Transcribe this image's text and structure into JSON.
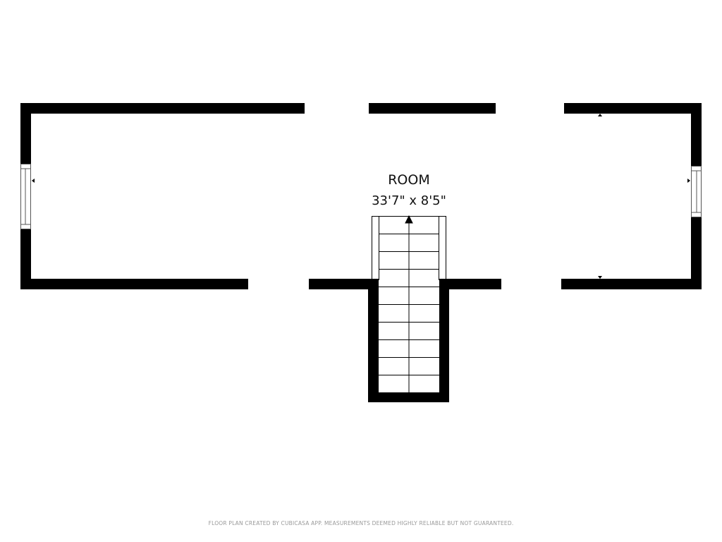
{
  "room": {
    "name": "ROOM",
    "dimensions": "33'7\" x 8'5\""
  },
  "footer": "FLOOR PLAN CREATED BY CUBICASA APP. MEASUREMENTS DEEMED HIGHLY RELIABLE BUT NOT GUARANTEED.",
  "colors": {
    "wall": "#000000",
    "background": "#ffffff",
    "footer_text": "#999999"
  },
  "stairs": {
    "steps": 10,
    "direction": "up"
  }
}
